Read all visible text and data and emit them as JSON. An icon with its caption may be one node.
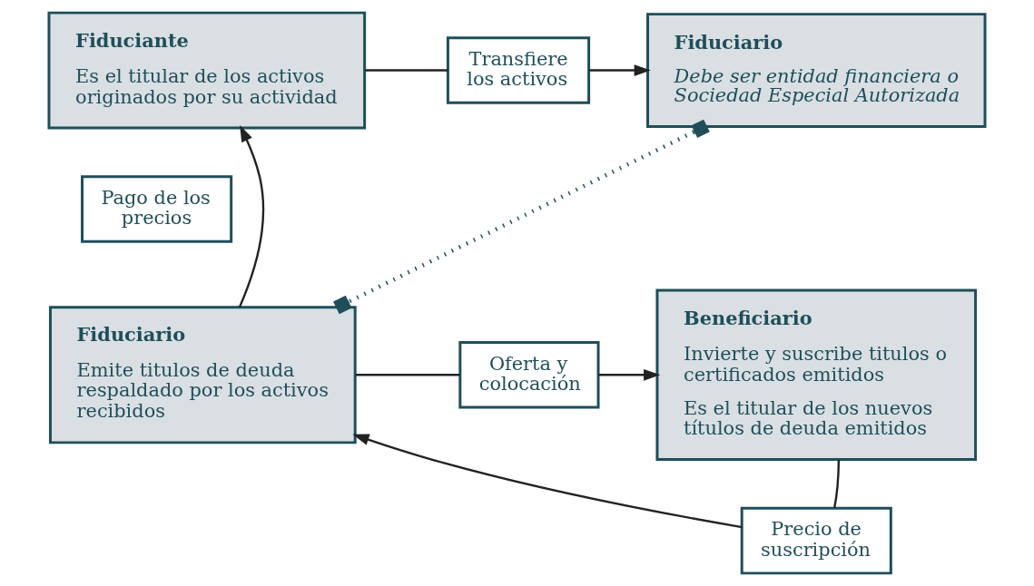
{
  "diagram": {
    "nodes": [
      {
        "text": [
          "Fiduciante",
          "Es el titular de los activos originados por su actividad"
        ]
      },
      {
        "text": [
          "Transfiere los activos"
        ]
      },
      {
        "text": [
          "Fiduciario",
          "Debe ser entidad financiera o Sociedad Especial Autorizada"
        ]
      },
      {
        "text": [
          "Pago de los precios"
        ]
      },
      {
        "text": [
          "Fiduciario",
          "Emite titulos de deuda respaldado por los activos recibidos"
        ]
      },
      {
        "text": [
          "Oferta y colocación"
        ]
      },
      {
        "text": [
          "Beneficiario",
          "Invierte y suscribe titulos o certificados emitidos",
          "Es el titular de los nuevos títulos de deuda emitidos"
        ]
      },
      {
        "text": [
          "Precio de suscripción"
        ]
      }
    ],
    "edges": [
      {
        "from": 0,
        "to": 1,
        "arrow": "none"
      },
      {
        "from": 1,
        "to": 2,
        "arrow": "to"
      },
      {
        "from": 4,
        "to": 0,
        "arrow": "to"
      },
      {
        "from": 2,
        "to": 4,
        "arrow": "other",
        "style": "dashed"
      },
      {
        "from": 4,
        "to": 5,
        "arrow": "none"
      },
      {
        "from": 5,
        "to": 6,
        "arrow": "to"
      },
      {
        "from": 6,
        "to": 7,
        "arrow": "none"
      },
      {
        "from": 7,
        "to": 4,
        "arrow": "to"
      }
    ]
  }
}
